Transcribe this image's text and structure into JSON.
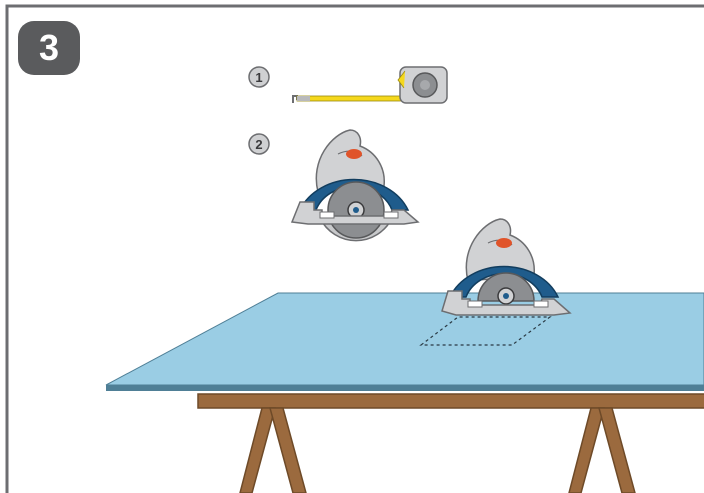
{
  "step": {
    "number": "3"
  },
  "callouts": [
    {
      "label": "1",
      "tool_icon": "tape-measure-icon"
    },
    {
      "label": "2",
      "tool_icon": "circular-saw-icon"
    }
  ],
  "scene": {
    "icons": [
      "tape-measure-icon",
      "circular-saw-icon",
      "board-panel",
      "sawhorse-icon",
      "cut-line"
    ]
  },
  "colors": {
    "frame": "#6d6e71",
    "badge_fill": "#5a5b5d",
    "badge_text": "#ffffff",
    "callout_fill": "#cfd0d2",
    "board_top": "#9acde4",
    "board_edge": "#4f7f96",
    "sawhorse": "#9b6a3e",
    "sawhorse_dark": "#6e4a28",
    "saw_guard": "#1f5c8c",
    "saw_body": "#c8c9cb",
    "saw_blade": "#8c8e91",
    "tape_yellow": "#f5d81c",
    "tape_case": "#d1d2d4",
    "accent_orange": "#e0542a"
  }
}
